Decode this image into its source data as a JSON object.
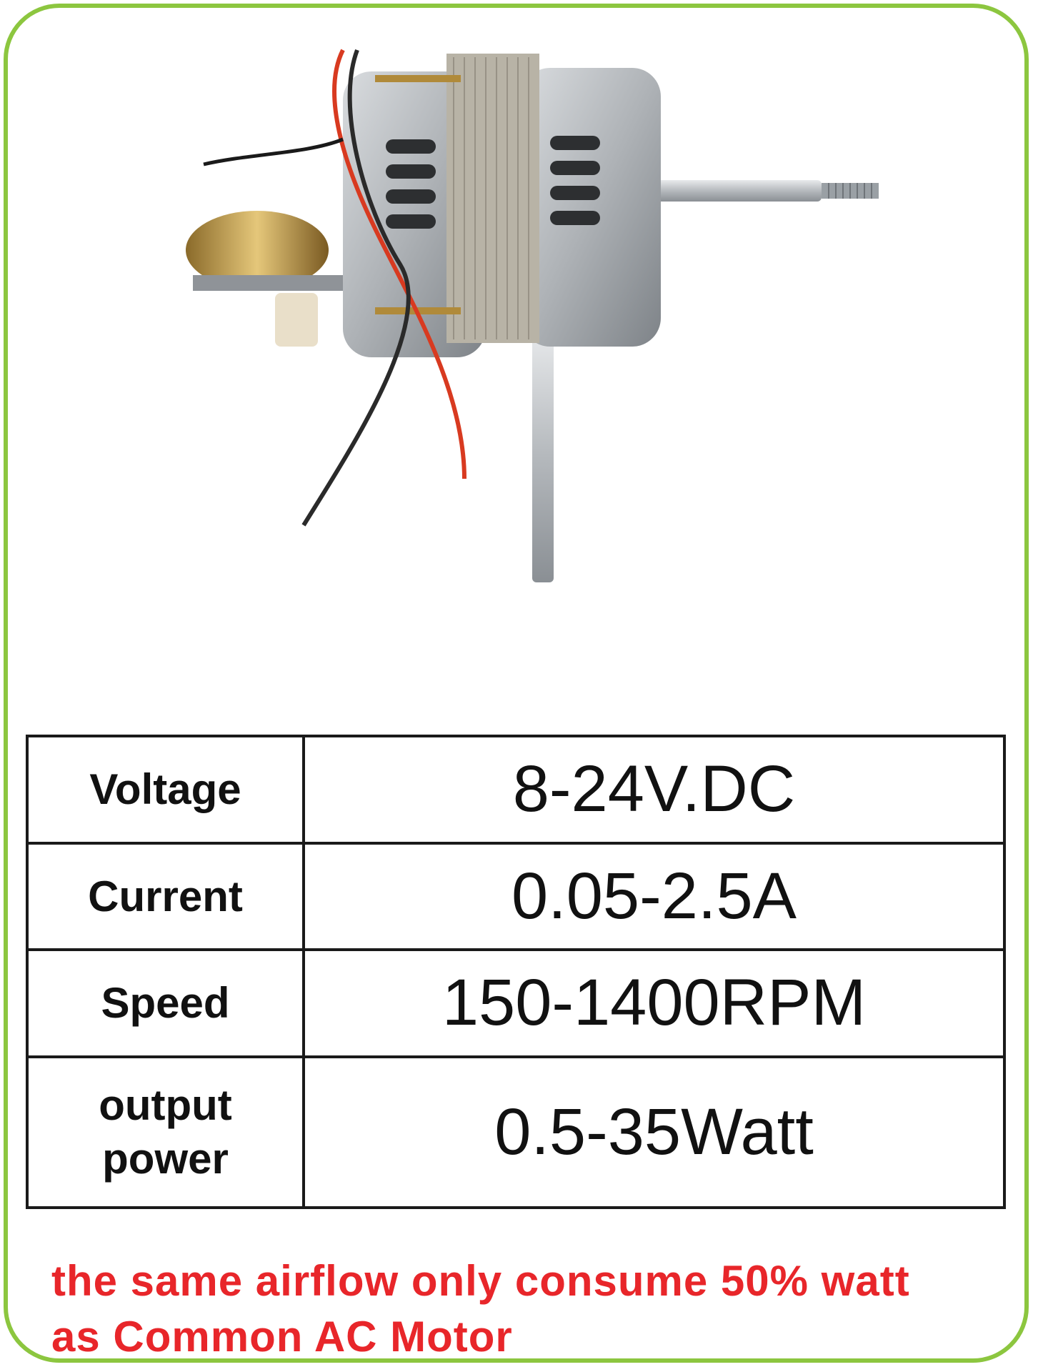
{
  "specs": [
    {
      "label": "Voltage",
      "value": "8-24V.DC"
    },
    {
      "label": "Current",
      "value": "0.05-2.5A"
    },
    {
      "label": "Speed",
      "value": "150-1400RPM"
    },
    {
      "label_line1": "output",
      "label_line2": "power",
      "value": "0.5-35Watt"
    }
  ],
  "note": {
    "line1": "the same airflow only consume 50% watt",
    "line2": "as Common AC Motor"
  },
  "colors": {
    "border": "#8cc63f",
    "note": "#e8262a"
  }
}
